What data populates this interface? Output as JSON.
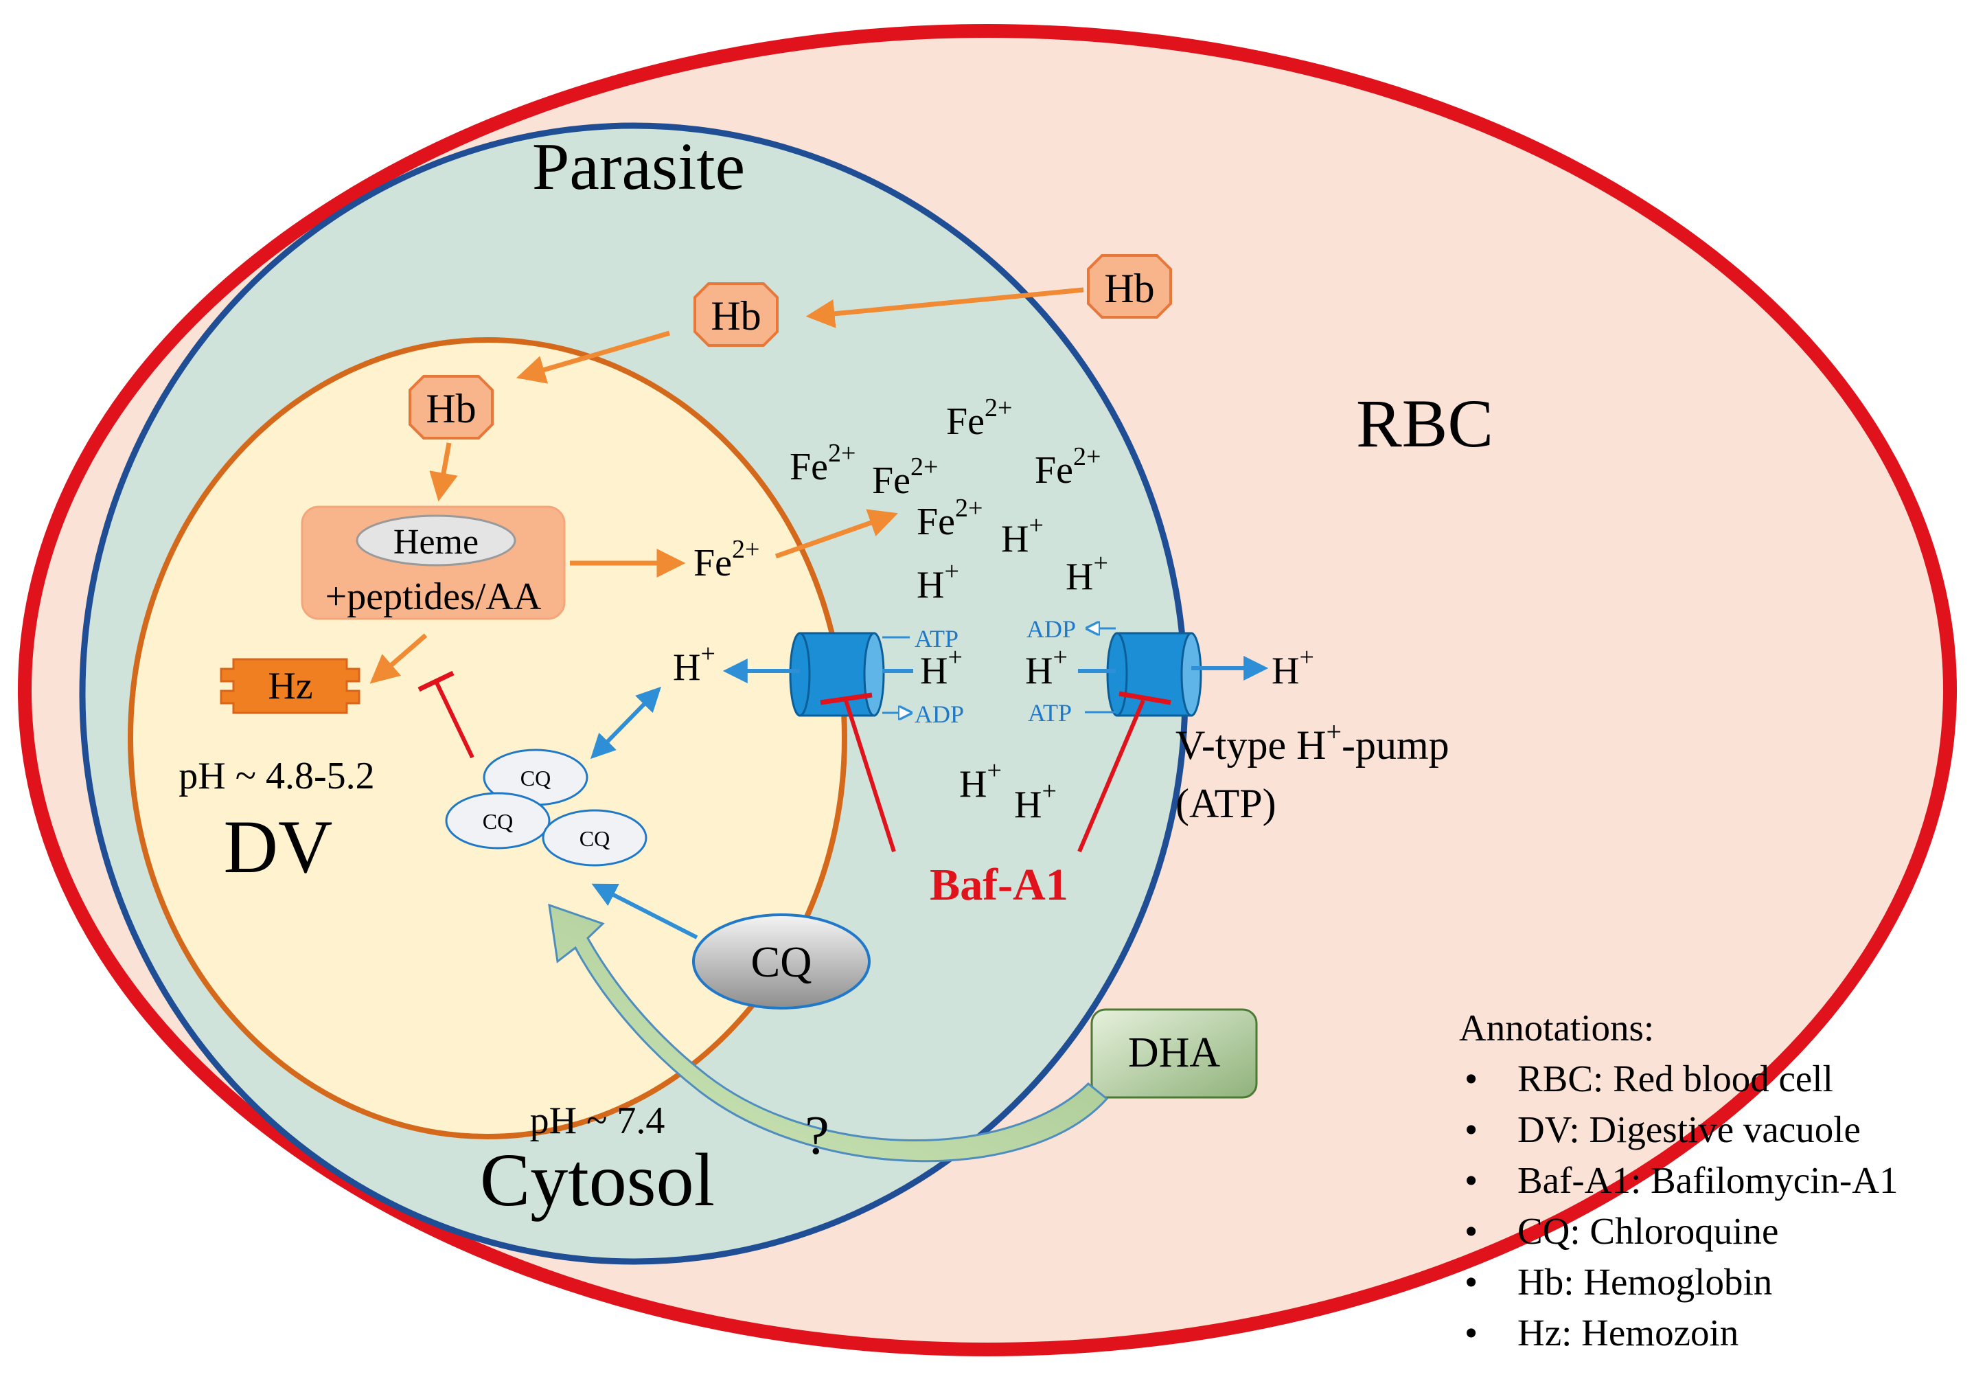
{
  "labels": {
    "parasite": "Parasite",
    "rbc": "RBC",
    "dv": "DV",
    "dv_ph": "pH ~ 4.8-5.2",
    "cytosol": "Cytosol",
    "cytosol_ph": "pH ~ 7.4",
    "pump_label_line1_pre": "V-type H",
    "pump_label_line1_sup": "+",
    "pump_label_line1_post": "-pump",
    "pump_label_line2": "(ATP)",
    "question": "?"
  },
  "molecules": {
    "hb": "Hb",
    "heme": "Heme",
    "peptides": "+peptides/AA",
    "hz": "Hz",
    "cq": "CQ",
    "dha": "DHA",
    "baf": "Baf-A1",
    "fe_base": "Fe",
    "fe_charge": "2+",
    "h_base": "H",
    "h_charge": "+",
    "atp": "ATP",
    "adp": "ADP"
  },
  "annotations": {
    "title": "Annotations:",
    "bullet": "•",
    "items": [
      "RBC: Red blood cell",
      "DV: Digestive vacuole",
      "Baf-A1: Bafilomycin-A1",
      "CQ: Chloroquine",
      "Hb: Hemoglobin",
      "Hz: Hemozoin"
    ]
  },
  "colors": {
    "rbc_border": "#e0121b",
    "rbc_fill": "#fbe2d6",
    "parasite_border": "#1f4e95",
    "parasite_fill": "#cfe3db",
    "dv_border": "#d4691c",
    "dv_fill": "#fef2cf",
    "orange_arrow": "#f08a33",
    "blue_arrow": "#2e8fd6",
    "inhibit_red": "#e0121b",
    "pump_blue": "#1b8ed6",
    "hb_fill": "#f8b48a",
    "hz_fill": "#f07f22",
    "dha_fill": "#b8d4a6"
  }
}
